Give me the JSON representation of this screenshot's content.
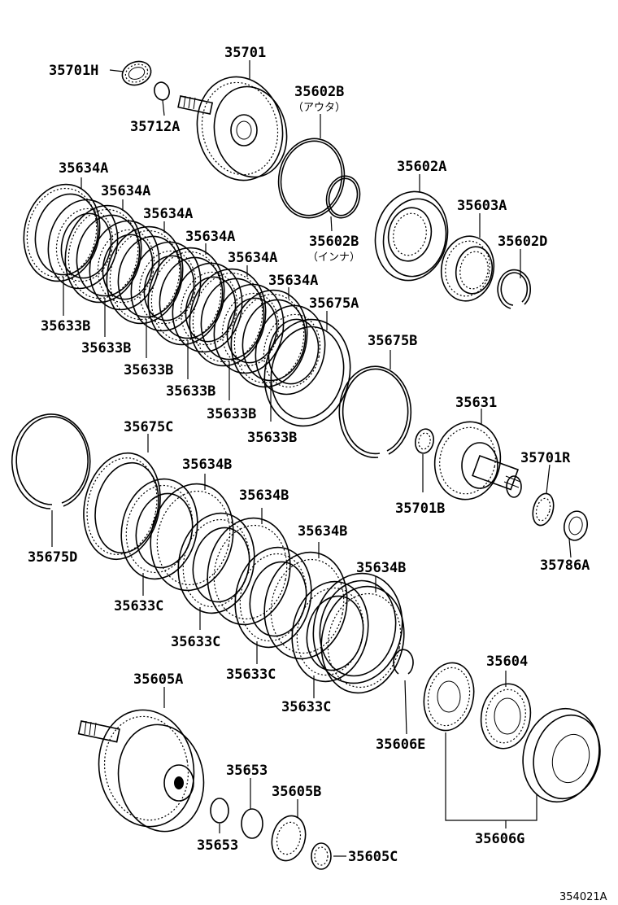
{
  "diagram_code": "354021A",
  "labels": {
    "p35701H": "35701H",
    "p35701": "35701",
    "p35712A": "35712A",
    "p35602B_outer": "35602B",
    "p35602B_outer_note": "（アウタ）",
    "p35602B_inner": "35602B",
    "p35602B_inner_note": "（インナ）",
    "p35602A": "35602A",
    "p35603A": "35603A",
    "p35602D": "35602D",
    "p35634A_1": "35634A",
    "p35634A_2": "35634A",
    "p35634A_3": "35634A",
    "p35634A_4": "35634A",
    "p35634A_5": "35634A",
    "p35634A_6": "35634A",
    "p35675A": "35675A",
    "p35633B_1": "35633B",
    "p35633B_2": "35633B",
    "p35633B_3": "35633B",
    "p35633B_4": "35633B",
    "p35633B_5": "35633B",
    "p35633B_6": "35633B",
    "p35675B": "35675B",
    "p35631": "35631",
    "p35701B": "35701B",
    "p35701R": "35701R",
    "p35786A": "35786A",
    "p35675C": "35675C",
    "p35675D": "35675D",
    "p35634B_1": "35634B",
    "p35634B_2": "35634B",
    "p35634B_3": "35634B",
    "p35634B_4": "35634B",
    "p35633C_1": "35633C",
    "p35633C_2": "35633C",
    "p35633C_3": "35633C",
    "p35633C_4": "35633C",
    "p35604": "35604",
    "p35605A": "35605A",
    "p35606E": "35606E",
    "p35653_top": "35653",
    "p35653_bottom": "35653",
    "p35605B": "35605B",
    "p35605C": "35605C",
    "p35606G": "35606G"
  }
}
